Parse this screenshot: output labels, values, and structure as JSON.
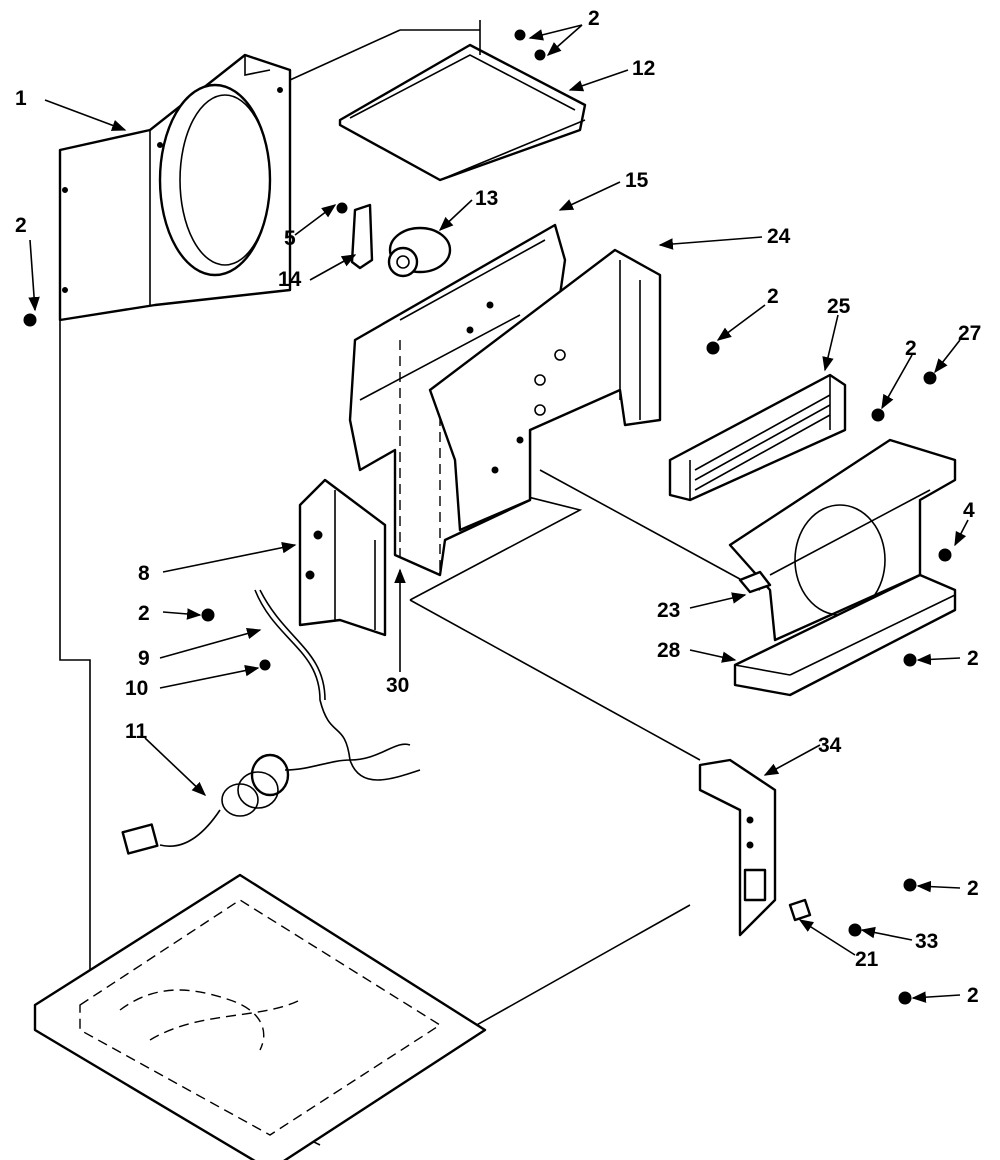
{
  "diagram": {
    "callouts": [
      "1",
      "2",
      "12",
      "13",
      "15",
      "5",
      "14",
      "24",
      "25",
      "27",
      "4",
      "8",
      "9",
      "10",
      "11",
      "30",
      "23",
      "28",
      "34",
      "33",
      "21"
    ],
    "label_2": "2"
  }
}
